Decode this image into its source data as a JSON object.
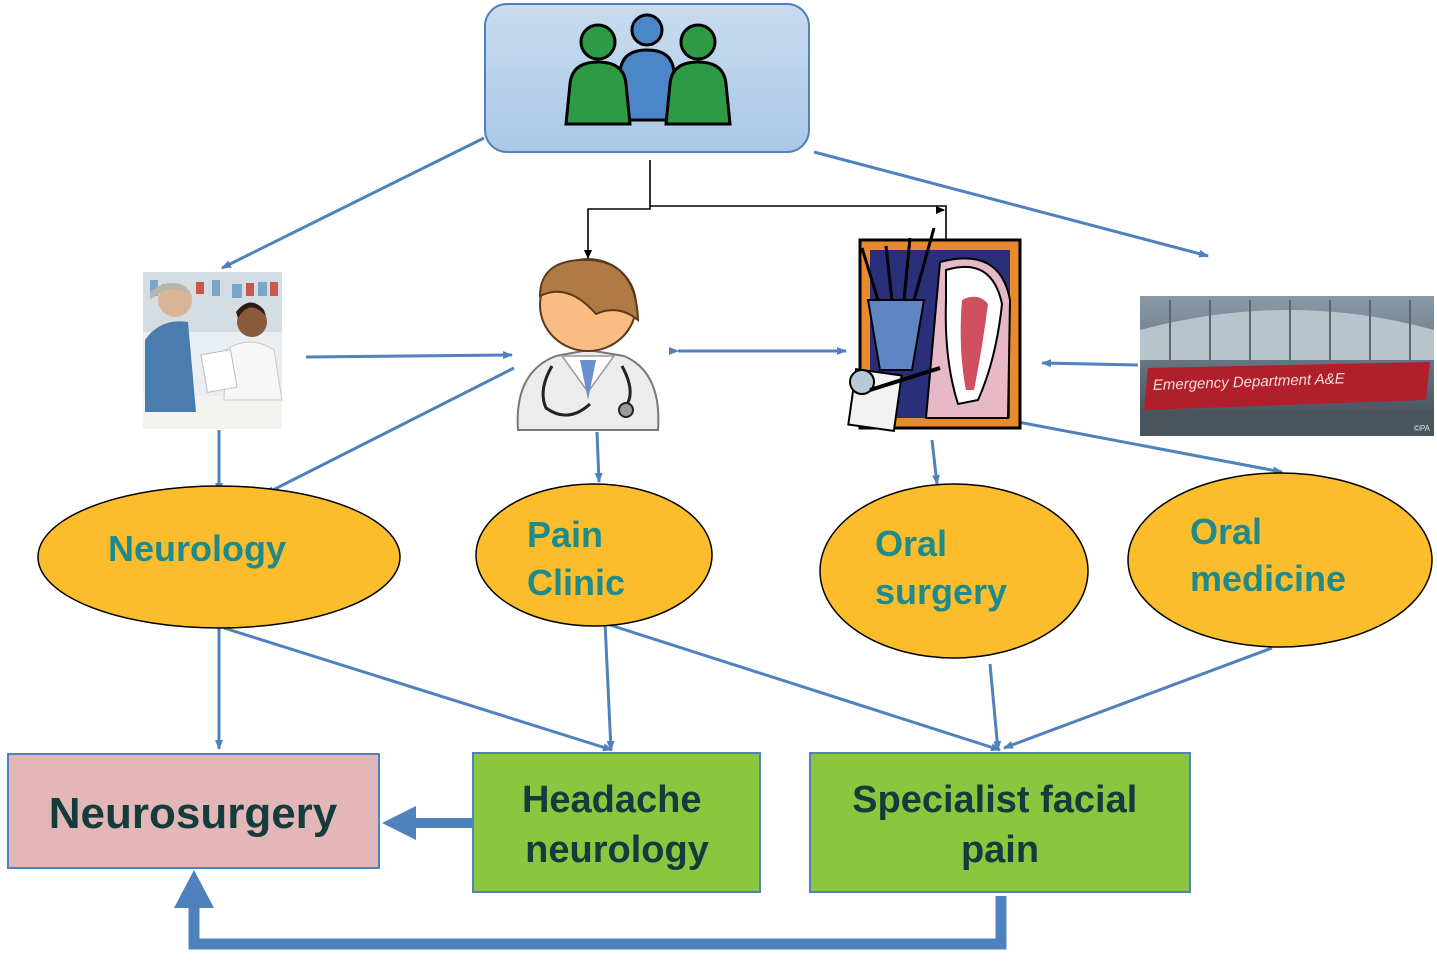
{
  "colors": {
    "patients_box": "#b8d2ec",
    "oval_fill": "#fbbd2b",
    "oval_text": "#1f8a8c",
    "green_box": "#8cc63e",
    "neurosurgery_box": "#e3b7b7",
    "box_text": "#143c3c",
    "arrow": "#4f81bd",
    "connector": "#000000"
  },
  "icons": {
    "patients": "group-of-people-icon",
    "pharmacist": "pharmacy-consultation-photo",
    "doctor": "doctor-with-stethoscope-icon",
    "dentist": "dental-tools-and-tooth-icon",
    "emergency": "emergency-department-sign-photo"
  },
  "nodes": {
    "neurology": "Neurology",
    "pain_clinic": [
      "Pain",
      "Clinic"
    ],
    "oral_surgery": [
      "Oral",
      "surgery"
    ],
    "oral_medicine": [
      "Oral",
      "medicine"
    ],
    "neurosurgery": "Neurosurgery",
    "headache_neurology": [
      "Headache",
      "neurology"
    ],
    "specialist_facial_pain": [
      "Specialist facial",
      "pain"
    ]
  },
  "emergency_sign": {
    "text": "Emergency Department A&E",
    "credit": "©PA"
  }
}
